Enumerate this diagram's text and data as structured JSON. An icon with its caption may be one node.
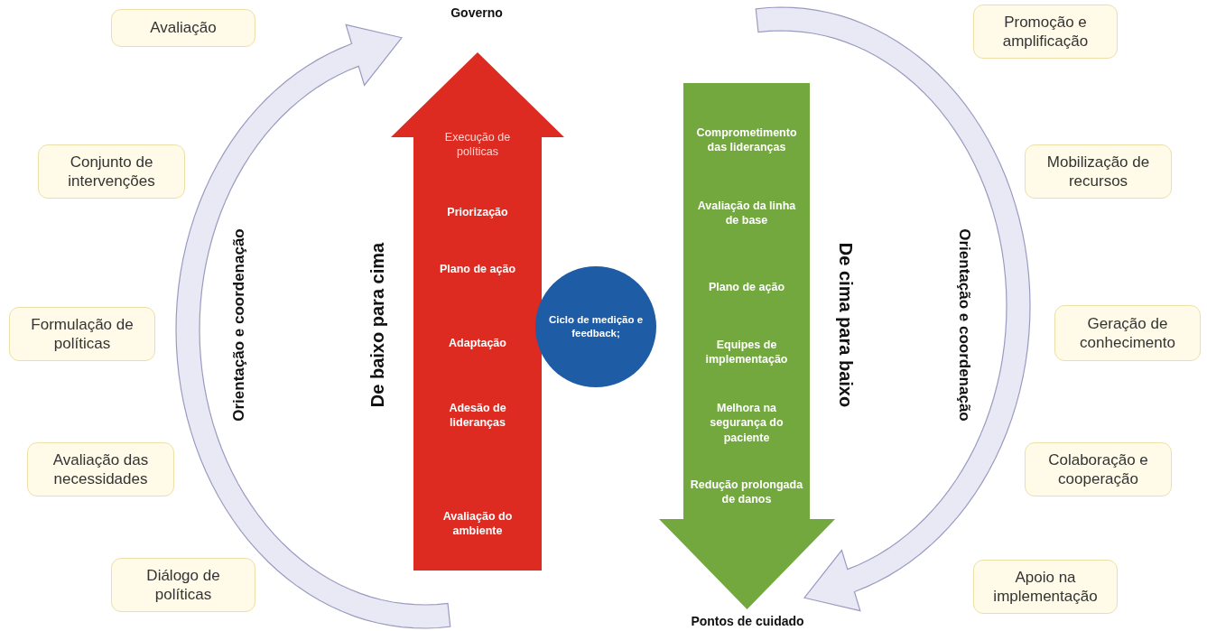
{
  "diagram": {
    "nodes": [
      {
        "text": [
          "Avaliação"
        ]
      },
      {
        "text": [
          "Conjunto de intervenções"
        ]
      },
      {
        "text": [
          "Formulação de políticas"
        ]
      },
      {
        "text": [
          "Avaliação das necessidades"
        ]
      },
      {
        "text": [
          "Diálogo de políticas"
        ]
      },
      {
        "text": [
          "Execução de políticas",
          "Priorização",
          "Plano de ação",
          "Adaptação",
          "Adesão de lideranças",
          "Avaliação do ambiente"
        ],
        "beside": [
          "De baixo para cima"
        ]
      },
      {
        "text": [
          "Ciclo de medição e feedback;"
        ]
      },
      {
        "text": [
          "Comprometimento das lideranças",
          "Avaliação da linha de base",
          "Plano de ação",
          "Equipes de implementação",
          "Melhora na segurança do paciente",
          "Redução prolongada de danos"
        ],
        "beside": [
          "De cima para baixo"
        ]
      },
      {
        "text": [
          "Promoção e amplificação"
        ]
      },
      {
        "text": [
          "Mobilização de recursos"
        ]
      },
      {
        "text": [
          "Geração de conhecimento"
        ]
      },
      {
        "text": [
          "Colaboração e cooperação"
        ]
      },
      {
        "text": [
          "Apoio na implementação"
        ]
      },
      {
        "text": [],
        "shape": "arrow"
      },
      {
        "text": [],
        "shape": "arrow"
      }
    ],
    "labels": [
      "Governo",
      "Orientação e coordenação",
      "Orientação e coordenação",
      "Pontos de cuidado"
    ]
  }
}
